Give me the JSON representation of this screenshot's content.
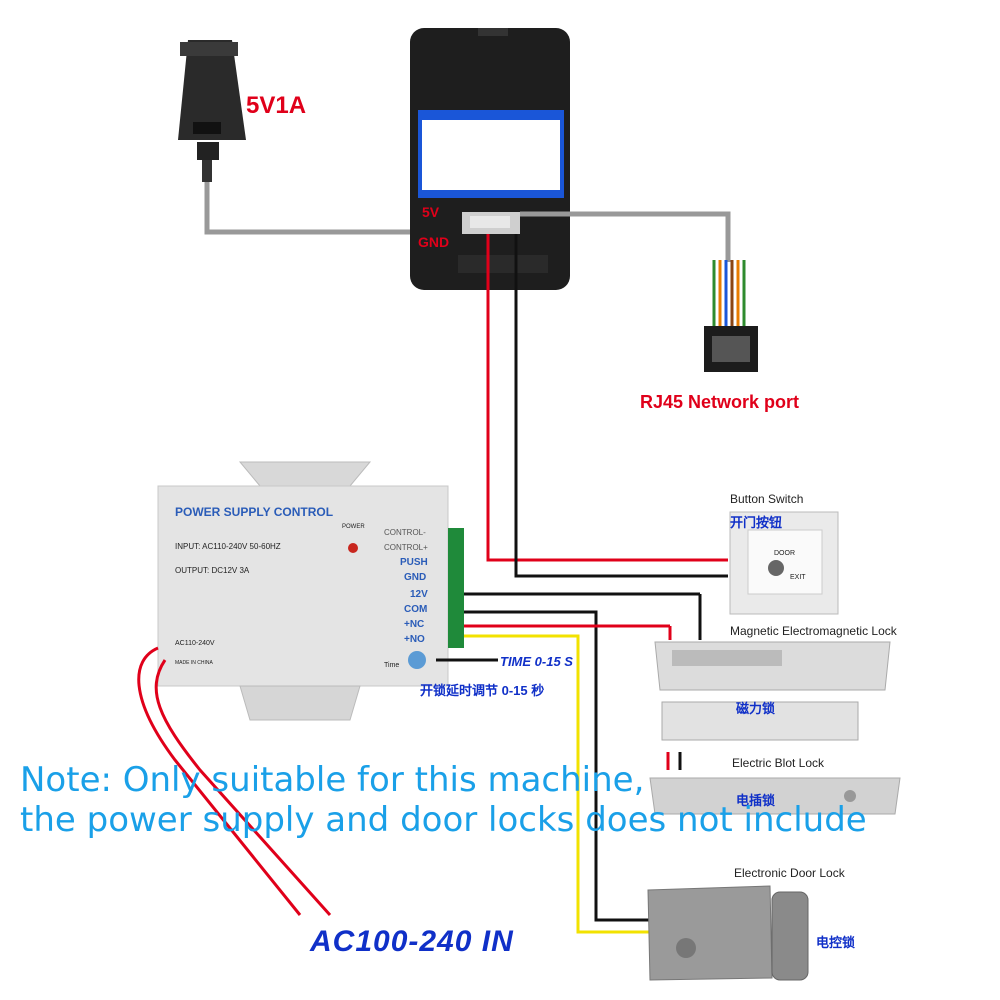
{
  "adapter": {
    "label": "5V1A"
  },
  "device": {
    "pin_5v": "5V",
    "pin_gnd": "GND"
  },
  "rj45": {
    "label": "RJ45 Network port"
  },
  "power_supply": {
    "title": "POWER SUPPLY CONTROL",
    "input": "INPUT: AC110-240V  50-60HZ",
    "output": "OUTPUT: DC12V  3A",
    "power_led": "POWER",
    "ac_label": "AC110-240V",
    "made_in": "MADE IN CHINA",
    "time_label": "Time",
    "terminals": [
      "CONTROL-",
      "CONTROL+",
      "PUSH",
      "GND",
      "12V",
      "COM",
      "+NC",
      "+NO"
    ]
  },
  "time_adjust": {
    "en": "TIME 0-15 S",
    "cn": "开锁延时调节 0-15 秒"
  },
  "button_switch": {
    "en": "Button Switch",
    "cn": "开门按钮",
    "door": "DOOR",
    "exit": "EXIT"
  },
  "magnetic_lock": {
    "en": "Magnetic Electromagnetic Lock",
    "cn": "磁力锁"
  },
  "bolt_lock": {
    "en": "Electric Blot Lock",
    "cn": "电插锁"
  },
  "door_lock": {
    "en": "Electronic Door Lock",
    "cn": "电控锁"
  },
  "note": {
    "line1": "Note: Only suitable for this machine,",
    "line2": "the power supply and door locks does not include"
  },
  "ac_input": {
    "label": "AC100-240 IN"
  },
  "colors": {
    "red_wire": "#e0001a",
    "black_wire": "#111111",
    "yellow_wire": "#f2e200",
    "blue_text": "#1aa0e8"
  }
}
